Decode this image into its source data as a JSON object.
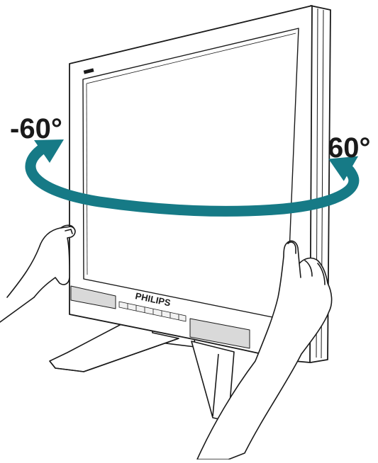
{
  "diagram": {
    "left_angle_label": "-60°",
    "right_angle_label": "60°",
    "brand_label": "PHILIPS",
    "colors": {
      "arrow": "#167a86",
      "outline": "#1a1a1a",
      "background": "#ffffff",
      "speaker_grille": "#d9d9d9",
      "bezel_shade": "#f2f2f2"
    },
    "icons": {
      "rotation": "swivel-arrow-icon",
      "left_hand": "hand-icon",
      "right_hand": "hand-icon"
    }
  }
}
